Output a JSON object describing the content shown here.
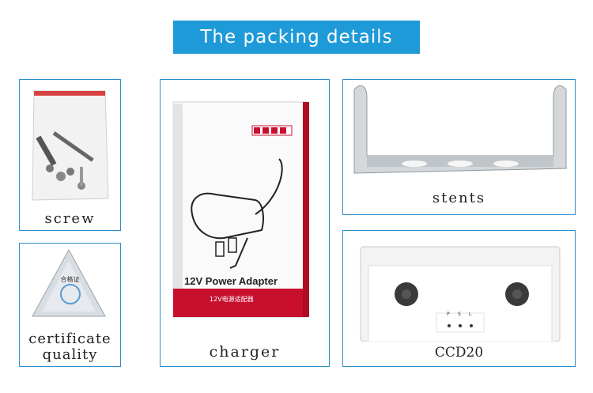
{
  "banner": {
    "title": "The packing details"
  },
  "captions": {
    "screw": "screw",
    "certificate_line1": "certificate",
    "certificate_line2": "quality",
    "charger": "charger",
    "stents": "stents",
    "ccd20": "CCD20"
  },
  "adapter_box": {
    "label": "12V Power Adapter",
    "sublabel": "12V电源适配器"
  },
  "certificate_tag": {
    "heading": "合格证"
  },
  "device": {
    "indicators": [
      "P",
      "S",
      "L"
    ]
  },
  "colors": {
    "accent": "#1f9ad8",
    "border": "#2a8fd0",
    "box_red": "#c8102e"
  }
}
